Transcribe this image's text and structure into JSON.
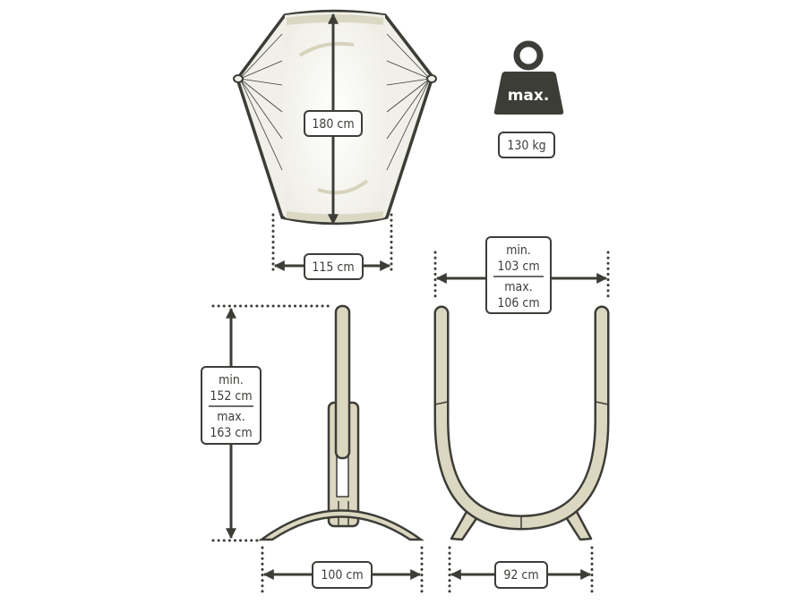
{
  "hammock": {
    "length": "180 cm",
    "width": "115 cm"
  },
  "weight": {
    "icon_text": "max.",
    "value": "130 kg"
  },
  "stand_height": {
    "min_label": "min.",
    "min_value": "152 cm",
    "max_label": "max.",
    "max_value": "163 cm"
  },
  "stand_depth": {
    "value": "100 cm"
  },
  "stand_width_top": {
    "min_label": "min.",
    "min_value": "103 cm",
    "max_label": "max.",
    "max_value": "106 cm"
  },
  "stand_width_base": {
    "value": "92 cm"
  },
  "colors": {
    "outline": "#3d3d38",
    "wood": "#dcd7c0",
    "fabric": "#f2f1ea"
  }
}
